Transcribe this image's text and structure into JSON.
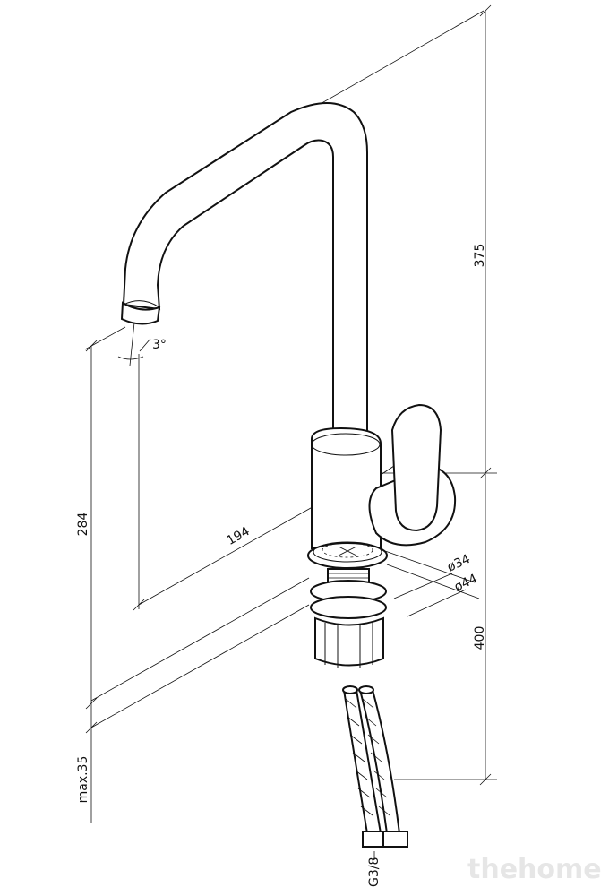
{
  "dimensions": {
    "height_total": "375",
    "spout_height": "284",
    "reach": "194",
    "base_diameter": "ø34",
    "body_diameter": "ø44",
    "hose_length": "400",
    "max_deck_thickness": "max.35",
    "angle": "3°",
    "connection": "G3/8"
  },
  "watermark": {
    "text": "thehome"
  },
  "colors": {
    "line": "#111111",
    "watermark": "#e6e6e6",
    "background": "#ffffff"
  }
}
